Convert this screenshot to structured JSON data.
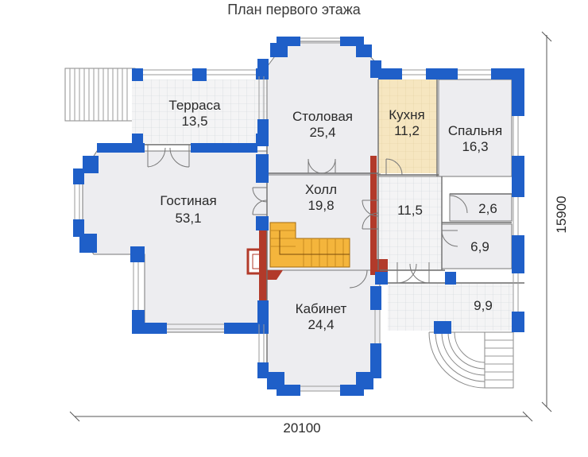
{
  "title": "План первого этажа",
  "colors": {
    "wall": "#1f5fc8",
    "room": "#ededf0",
    "tile": "#f3f3f4",
    "kitchen": "#f6e6c0",
    "stair": "#f4b53c",
    "brick": "#b23a2a",
    "line": "#8a8a8a"
  },
  "rooms": {
    "terrace": {
      "name": "Терраса",
      "area": "13,5"
    },
    "dining": {
      "name": "Столовая",
      "area": "25,4"
    },
    "kitchen": {
      "name": "Кухня",
      "area": "11,2"
    },
    "bedroom": {
      "name": "Спальня",
      "area": "16,3"
    },
    "living": {
      "name": "Гостиная",
      "area": "53,1"
    },
    "hall": {
      "name": "Холл",
      "area": "19,8"
    },
    "corridor": {
      "area": "11,5"
    },
    "bath": {
      "area": "2,6"
    },
    "storage": {
      "area": "6,9"
    },
    "porch": {
      "area": "9,9"
    },
    "office": {
      "name": "Кабинет",
      "area": "24,4"
    }
  },
  "dimensions": {
    "width": "20100",
    "depth": "15900"
  }
}
